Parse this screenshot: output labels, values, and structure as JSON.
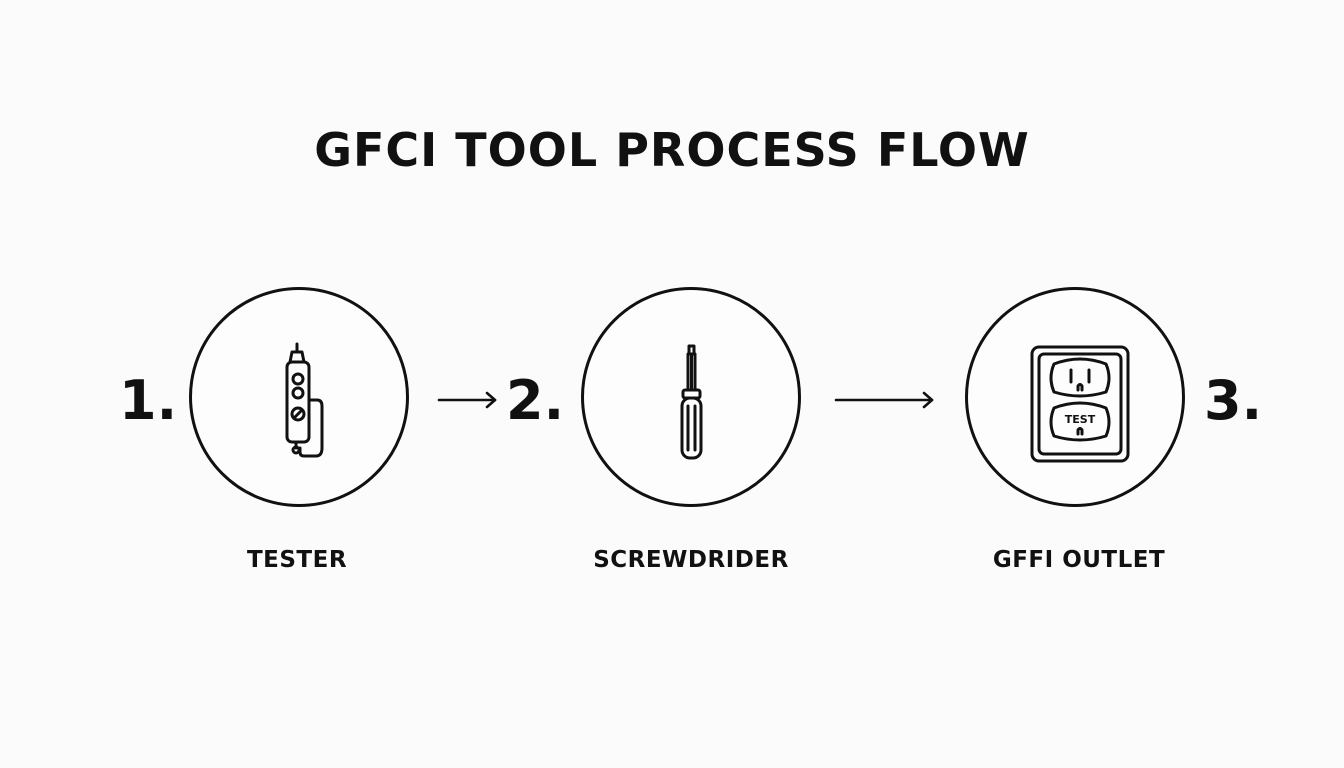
{
  "diagram": {
    "title": "GFCI TOOL PROCESS FLOW",
    "accent_color": "#111111",
    "background_color": "#fbfbfb",
    "steps": [
      {
        "number": "1.",
        "label": "TESTER",
        "icon": "tester-icon"
      },
      {
        "number": "2.",
        "label": "SCREWDRIDER",
        "icon": "screwdriver-icon"
      },
      {
        "number": "3.",
        "label": "GFFI OUTLET",
        "icon": "gfci-outlet-icon",
        "icon_text": "TEST"
      }
    ],
    "connectors": [
      {
        "from": "1.",
        "to": "2.",
        "icon": "arrow-right-icon"
      },
      {
        "from": "2.",
        "to": "3.",
        "icon": "arrow-right-icon"
      }
    ]
  }
}
